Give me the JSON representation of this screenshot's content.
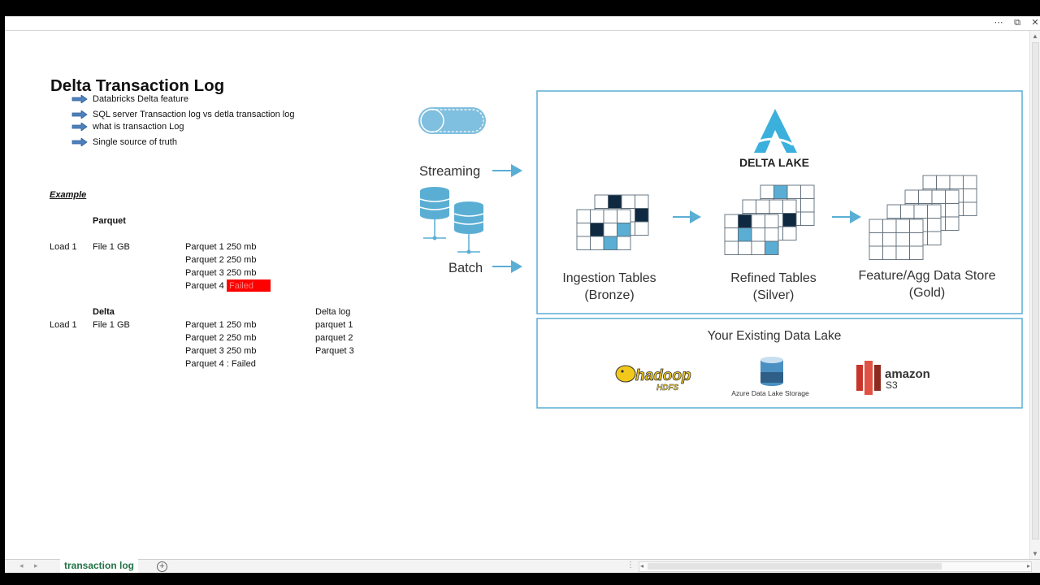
{
  "window": {
    "more_icon": "more-icon",
    "restore_icon": "restore-icon",
    "close_icon": "close-icon",
    "more_glyph": "⋯",
    "restore_glyph": "⧉",
    "close_glyph": "✕"
  },
  "sheet": {
    "title": "Delta Transaction Log",
    "bullets": [
      "Databricks Delta feature",
      "SQL server Transaction log vs detla transaction log",
      "what is transaction Log",
      "Single source of truth"
    ],
    "example_label": "Example",
    "parquet": {
      "header": "Parquet",
      "load": "Load 1",
      "file": "File 1 GB",
      "parts": [
        "Parquet 1 250 mb",
        "Parquet 2 250 mb",
        "Parquet 3 250 mb"
      ],
      "part4_label": "Parquet 4",
      "part4_status": "Failed"
    },
    "delta": {
      "header": "Delta",
      "log_header": "Delta log",
      "load": "Load 1",
      "file": "File 1 GB",
      "parts": [
        "Parquet 1 250 mb",
        "Parquet 2 250 mb",
        "Parquet 3 250 mb",
        "Parquet 4 : Failed"
      ],
      "log_entries": [
        "parquet 1",
        "parquet 2",
        "Parquet 3"
      ]
    }
  },
  "diagram": {
    "streaming": "Streaming",
    "batch": "Batch",
    "logo_text": "DELTA LAKE",
    "stages": [
      {
        "line1": "Ingestion Tables",
        "line2": "(Bronze)"
      },
      {
        "line1": "Refined Tables",
        "line2": "(Silver)"
      },
      {
        "line1": "Feature/Agg Data Store",
        "line2": "(Gold)"
      }
    ],
    "existing_lake": "Your Existing Data Lake",
    "hadoop": "hadoop",
    "hadoop_sub": "HDFS",
    "azure": "Azure Data Lake Storage",
    "amazon": "amazon",
    "amazon_sub": "S3",
    "accent_color": "#5aaed4"
  },
  "tabs": {
    "active": "transaction log",
    "prev_glyph": "◂",
    "next_glyph": "▸",
    "add_glyph": "+",
    "split_glyph": "⋮"
  },
  "scrollbar": {
    "up_glyph": "▲",
    "down_glyph": "▼",
    "left_glyph": "◂",
    "right_glyph": "▸"
  }
}
